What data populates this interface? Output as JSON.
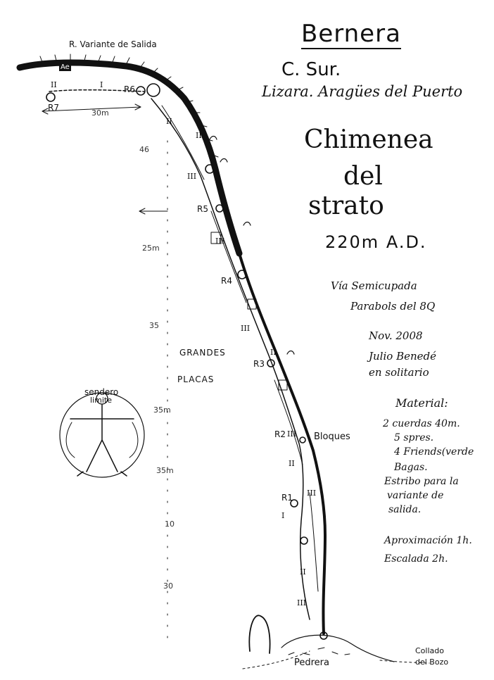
{
  "title": "Bernera",
  "face": "C. Sur.",
  "location": "Lizara. Aragües del Puerto",
  "route_name": {
    "line1": "Chimenea",
    "line2": "del",
    "line3": "strato"
  },
  "grade": "220m A.D.",
  "style_line1": "Vía Semicupada",
  "style_line2": "Parabols del 8Q",
  "date": "Nov. 2008",
  "author_line1": "Julio Benedé",
  "author_line2": "en solitario",
  "material": {
    "heading": "Material:",
    "items": [
      "2 cuerdas 40m.",
      "5 spres.",
      "4 Friends(verde",
      "Bagas.",
      "Estribo para la",
      "variante de",
      "salida."
    ]
  },
  "approach": "Aproximación 1h.",
  "climb_time": "Escalada 2h.",
  "labels": {
    "exit_variant": "R. Variante de Salida",
    "ae": "Ae",
    "r6": "R6",
    "r7": "R7",
    "r5": "R5",
    "r4": "R4",
    "r3": "R3",
    "r2": "R2",
    "r1": "R1",
    "bloques": "Bloques",
    "grandes": "GRANDES",
    "placas": "PLACAS",
    "pedrera": "Pedrera",
    "collado_line1": "Collado",
    "collado_line2": "del Bozo",
    "sendero": "sendero",
    "limite": "limite"
  },
  "pitch_lengths": [
    "30m",
    "46",
    "25m",
    "35",
    "35m",
    "35m",
    "10",
    "30"
  ],
  "grades_roman": [
    "II",
    "I",
    "II",
    "II",
    "III",
    "III",
    "III",
    "II",
    "III",
    "II",
    "III",
    "I",
    "II",
    "III"
  ]
}
